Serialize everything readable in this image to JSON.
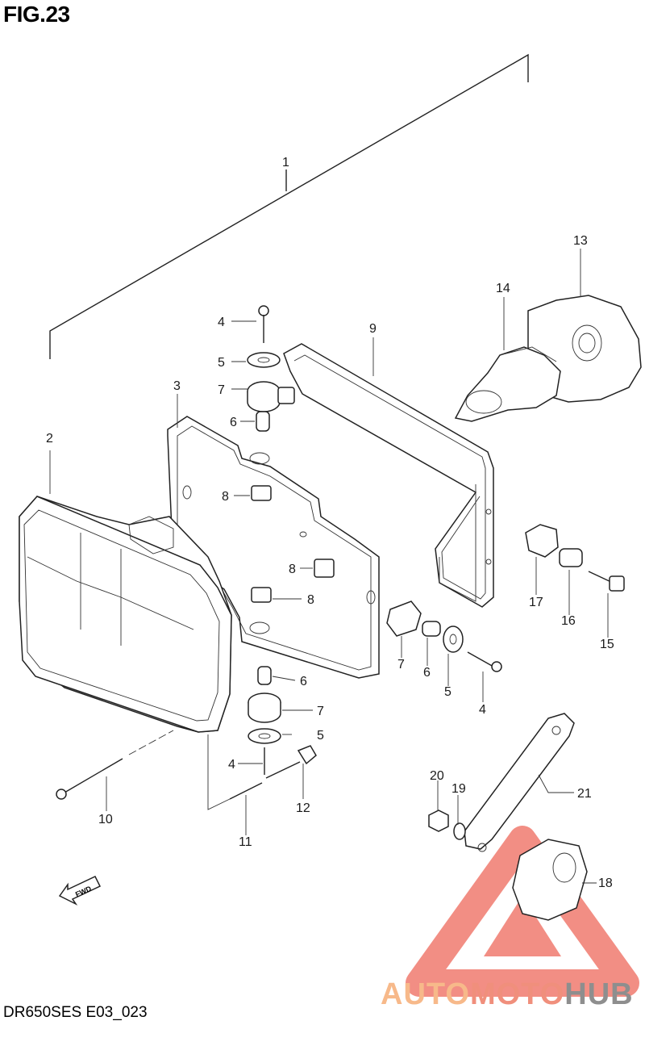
{
  "figure_title": "FIG.23",
  "footer_code": "DR650SES E03_023",
  "fwd_label": "FWD",
  "watermark": {
    "text_part1": "AUTO",
    "text_part2": "MOTO",
    "text_part3": "HUB",
    "colors": {
      "auto": "#f7b98a",
      "moto": "#f08f7c",
      "hub": "#8e8e8e",
      "triangle": "#f07a6e"
    }
  },
  "callouts": [
    {
      "id": "c1",
      "label": "1"
    },
    {
      "id": "c2",
      "label": "2"
    },
    {
      "id": "c3",
      "label": "3"
    },
    {
      "id": "c4a",
      "label": "4"
    },
    {
      "id": "c4b",
      "label": "4"
    },
    {
      "id": "c4c",
      "label": "4"
    },
    {
      "id": "c5a",
      "label": "5"
    },
    {
      "id": "c5b",
      "label": "5"
    },
    {
      "id": "c5c",
      "label": "5"
    },
    {
      "id": "c6a",
      "label": "6"
    },
    {
      "id": "c6b",
      "label": "6"
    },
    {
      "id": "c6c",
      "label": "6"
    },
    {
      "id": "c7a",
      "label": "7"
    },
    {
      "id": "c7b",
      "label": "7"
    },
    {
      "id": "c7c",
      "label": "7"
    },
    {
      "id": "c8a",
      "label": "8"
    },
    {
      "id": "c8b",
      "label": "8"
    },
    {
      "id": "c8c",
      "label": "8"
    },
    {
      "id": "c9",
      "label": "9"
    },
    {
      "id": "c10",
      "label": "10"
    },
    {
      "id": "c11",
      "label": "11"
    },
    {
      "id": "c12",
      "label": "12"
    },
    {
      "id": "c13",
      "label": "13"
    },
    {
      "id": "c14",
      "label": "14"
    },
    {
      "id": "c15",
      "label": "15"
    },
    {
      "id": "c16",
      "label": "16"
    },
    {
      "id": "c17",
      "label": "17"
    },
    {
      "id": "c18",
      "label": "18"
    },
    {
      "id": "c19",
      "label": "19"
    },
    {
      "id": "c20",
      "label": "20"
    },
    {
      "id": "c21",
      "label": "21"
    }
  ]
}
